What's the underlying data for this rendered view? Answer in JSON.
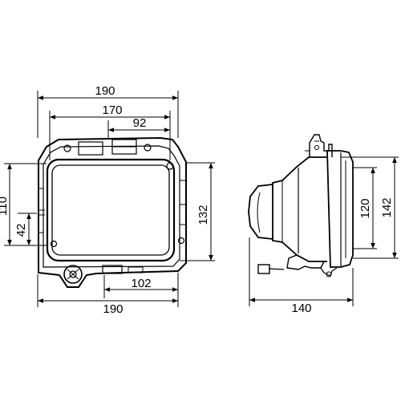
{
  "front_view": {
    "dims": {
      "width_top": "190",
      "inner_width": "170",
      "half_width": "92",
      "height_total": "110",
      "height_lower": "42",
      "lens_height": "132",
      "lower_width": "102",
      "width_bottom": "190"
    }
  },
  "side_view": {
    "dims": {
      "depth": "140",
      "inner_height": "120",
      "outer_height": "142"
    }
  }
}
